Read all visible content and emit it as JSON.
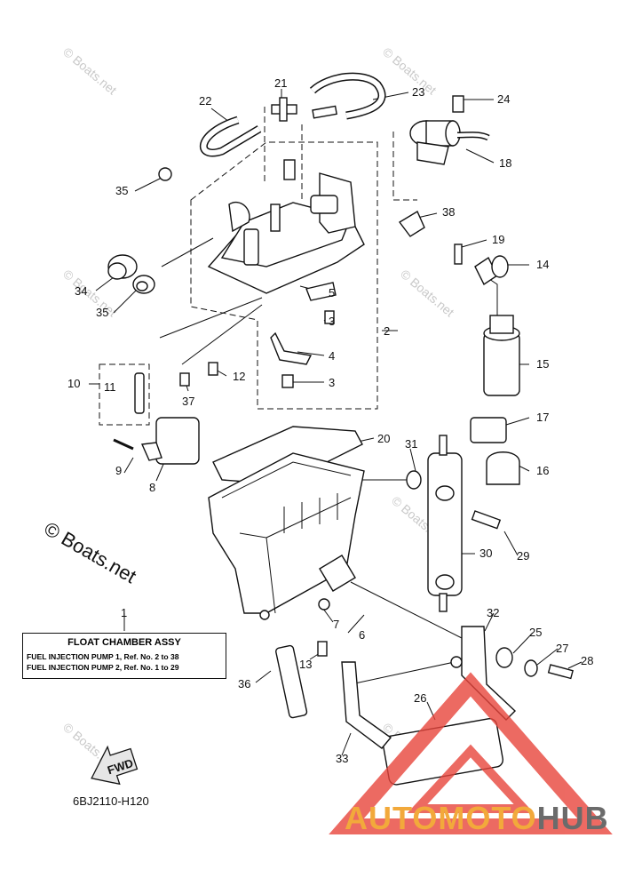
{
  "diagram": {
    "callouts": [
      {
        "id": "c1",
        "text": "1"
      },
      {
        "id": "c2",
        "text": "2"
      },
      {
        "id": "c3a",
        "text": "3"
      },
      {
        "id": "c3b",
        "text": "3"
      },
      {
        "id": "c4",
        "text": "4"
      },
      {
        "id": "c5",
        "text": "5"
      },
      {
        "id": "c6",
        "text": "6"
      },
      {
        "id": "c7",
        "text": "7"
      },
      {
        "id": "c8",
        "text": "8"
      },
      {
        "id": "c9",
        "text": "9"
      },
      {
        "id": "c10",
        "text": "10"
      },
      {
        "id": "c11",
        "text": "11"
      },
      {
        "id": "c12",
        "text": "12"
      },
      {
        "id": "c13",
        "text": "13"
      },
      {
        "id": "c14",
        "text": "14"
      },
      {
        "id": "c15",
        "text": "15"
      },
      {
        "id": "c16",
        "text": "16"
      },
      {
        "id": "c17",
        "text": "17"
      },
      {
        "id": "c18",
        "text": "18"
      },
      {
        "id": "c19",
        "text": "19"
      },
      {
        "id": "c20",
        "text": "20"
      },
      {
        "id": "c21",
        "text": "21"
      },
      {
        "id": "c22",
        "text": "22"
      },
      {
        "id": "c23",
        "text": "23"
      },
      {
        "id": "c24",
        "text": "24"
      },
      {
        "id": "c25",
        "text": "25"
      },
      {
        "id": "c26",
        "text": "26"
      },
      {
        "id": "c27",
        "text": "27"
      },
      {
        "id": "c28",
        "text": "28"
      },
      {
        "id": "c29",
        "text": "29"
      },
      {
        "id": "c30",
        "text": "30"
      },
      {
        "id": "c31",
        "text": "31"
      },
      {
        "id": "c32",
        "text": "32"
      },
      {
        "id": "c33",
        "text": "33"
      },
      {
        "id": "c34",
        "text": "34"
      },
      {
        "id": "c35a",
        "text": "35"
      },
      {
        "id": "c35b",
        "text": "35"
      },
      {
        "id": "c36",
        "text": "36"
      },
      {
        "id": "c37",
        "text": "37"
      },
      {
        "id": "c38",
        "text": "38"
      }
    ],
    "legend": {
      "title": "FLOAT CHAMBER ASSY",
      "line1": "FUEL INJECTION PUMP 1,   Ref. No. 2 to 38",
      "line2": "FUEL INJECTION PUMP 2,   Ref. No. 1 to 29"
    },
    "fwd_label": "FWD",
    "document_code": "6BJ2110-H120",
    "copyright": "© Boats.net",
    "watermark": "© Boats.net",
    "brand": {
      "part1": "AUTOMOTO",
      "part2": "HUB",
      "color1": "#f2a93b",
      "color2": "#6b6b6b",
      "triangle_color": "#e8453c"
    }
  }
}
